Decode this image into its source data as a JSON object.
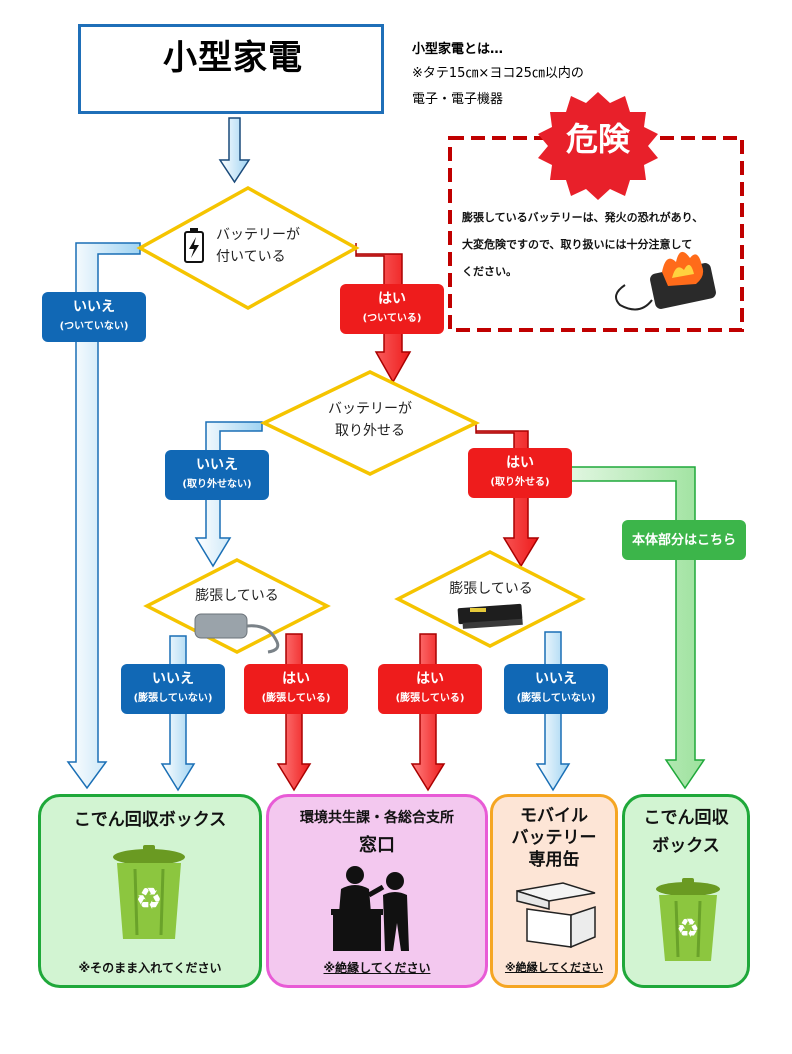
{
  "title": "小型家電",
  "definition": {
    "line1": "小型家電とは…",
    "line2": "※タテ15㎝×ヨコ25㎝以内の",
    "line3": "電子・電子機器"
  },
  "danger": {
    "badge": "危険",
    "line1": "膨張しているバッテリーは、発火の恐れがあり、",
    "line2": "大変危険ですので、取り扱いには十分注意して",
    "line3": "ください。"
  },
  "q1": {
    "line1": "バッテリーが",
    "line2": "付いている"
  },
  "q2": {
    "line1": "バッテリーが",
    "line2": "取り外せる"
  },
  "q3_left": "膨張している",
  "q3_right": "膨張している",
  "labels": {
    "q1_no": {
      "main": "いいえ",
      "sub": "(ついていない)"
    },
    "q1_yes": {
      "main": "はい",
      "sub": "(ついている)"
    },
    "q2_no": {
      "main": "いいえ",
      "sub": "(取り外せない)"
    },
    "q2_yes": {
      "main": "はい",
      "sub": "(取り外せる)"
    },
    "body_part": "本体部分はこちら",
    "ql_no": {
      "main": "いいえ",
      "sub": "(膨張していない)"
    },
    "ql_yes": {
      "main": "はい",
      "sub": "(膨張している)"
    },
    "qr_yes": {
      "main": "はい",
      "sub": "(膨張している)"
    },
    "qr_no": {
      "main": "いいえ",
      "sub": "(膨張していない)"
    }
  },
  "boxes": {
    "box1": {
      "title": "こでん回収ボックス",
      "note": "※そのまま入れてください"
    },
    "box2": {
      "title1": "環境共生課・各総合支所",
      "title2": "窓口",
      "note": "※絶縁してください"
    },
    "box3": {
      "title1": "モバイル",
      "title2": "バッテリー",
      "title3": "専用缶",
      "note": "※絶縁してください"
    },
    "box4": {
      "title1": "こでん回収",
      "title2": "ボックス"
    }
  },
  "colors": {
    "blue": "#1168b5",
    "red": "#ee1c1c",
    "green": "#3cb54a",
    "yellow": "#f5c400",
    "danger_border": "#c00000"
  },
  "icons": [
    "earbuds-icon",
    "camera-icon",
    "radio-icon",
    "smartphone-icon",
    "battery-icon",
    "burning-battery-icon",
    "battery-pack-icon",
    "trash-can-recycle-icon",
    "service-counter-icon",
    "cooler-box-icon"
  ]
}
